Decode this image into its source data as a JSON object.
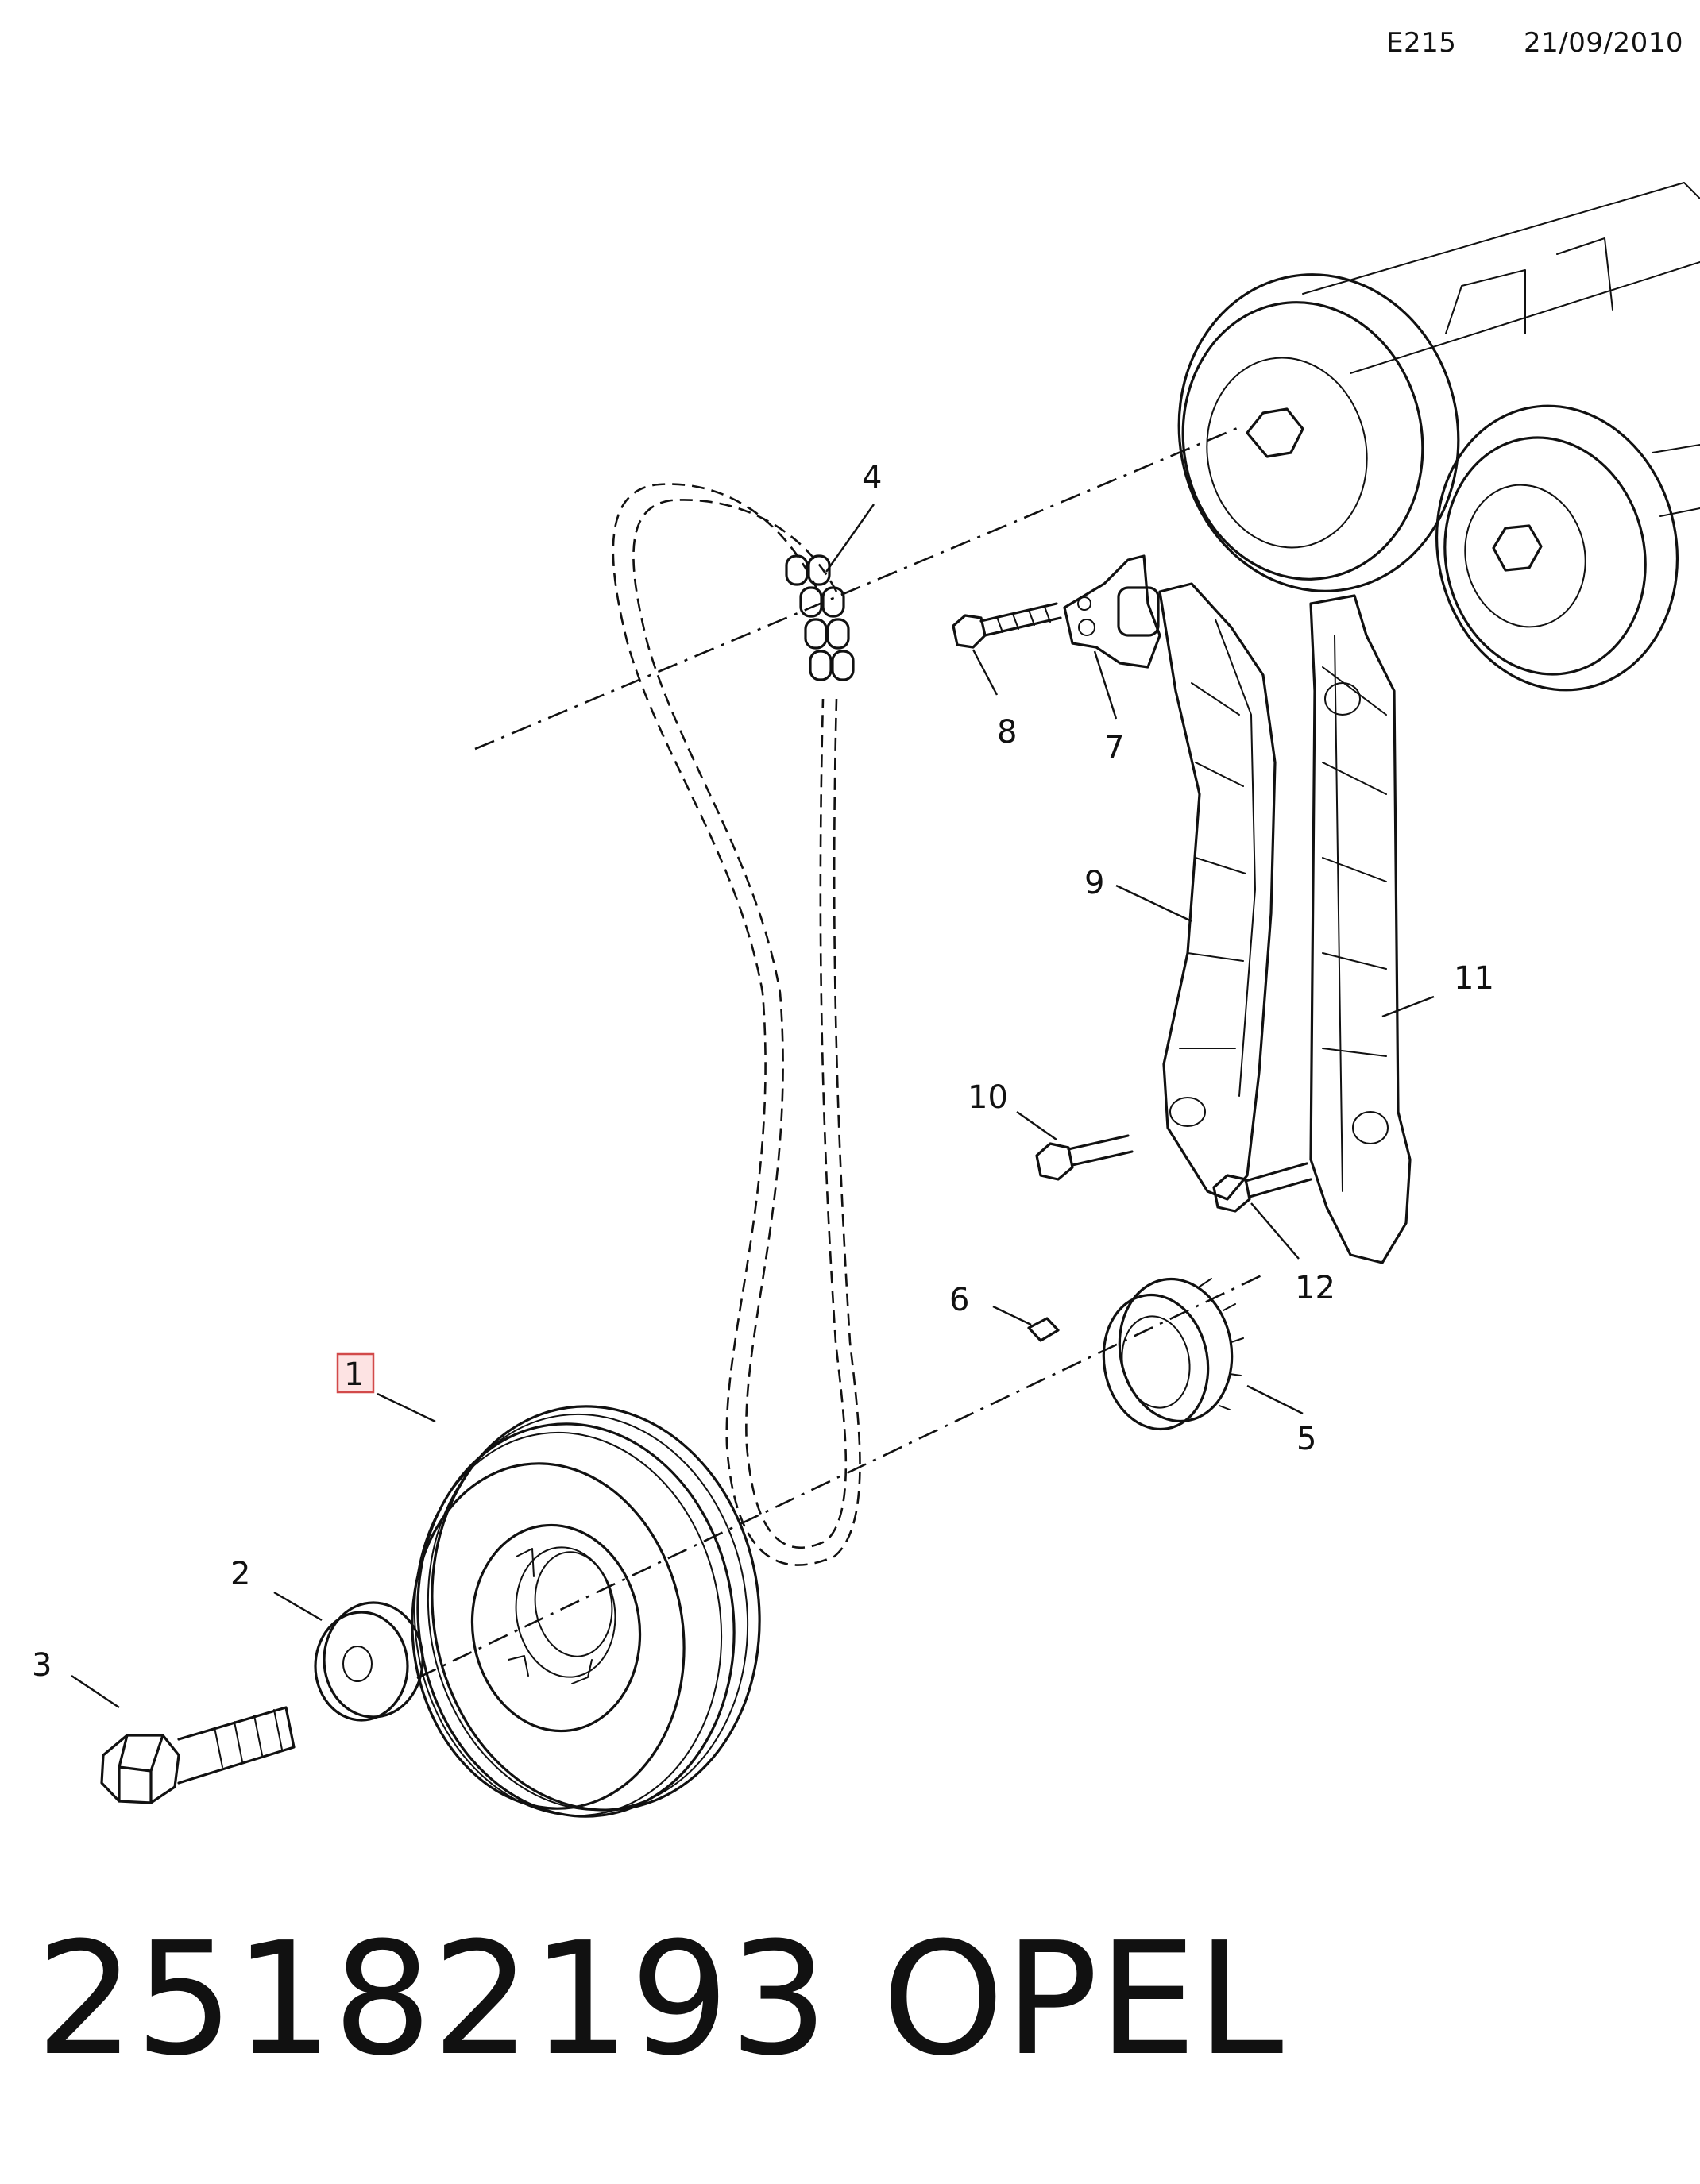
{
  "header": {
    "code": "E215",
    "date": "21/09/2010"
  },
  "callouts": [
    {
      "id": "1",
      "highlighted": true
    },
    {
      "id": "2",
      "highlighted": false
    },
    {
      "id": "3",
      "highlighted": false
    },
    {
      "id": "4",
      "highlighted": false
    },
    {
      "id": "5",
      "highlighted": false
    },
    {
      "id": "6",
      "highlighted": false
    },
    {
      "id": "7",
      "highlighted": false
    },
    {
      "id": "8",
      "highlighted": false
    },
    {
      "id": "9",
      "highlighted": false
    },
    {
      "id": "10",
      "highlighted": false
    },
    {
      "id": "11",
      "highlighted": false
    },
    {
      "id": "12",
      "highlighted": false
    }
  ],
  "footer": {
    "part_number": "25182193",
    "brand": "OPEL"
  },
  "colors": {
    "highlight_fill": "#fde3e3",
    "highlight_stroke": "#d24a4a",
    "ink": "#111111"
  }
}
